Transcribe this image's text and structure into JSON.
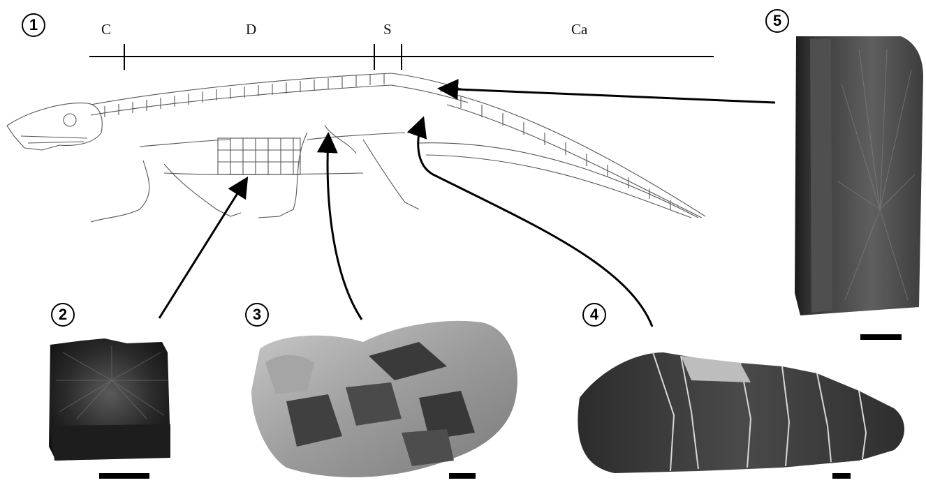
{
  "panels": {
    "p1": "1",
    "p2": "2",
    "p3": "3",
    "p4": "4",
    "p5": "5"
  },
  "body_regions": [
    {
      "label": "C"
    },
    {
      "label": "D"
    },
    {
      "label": "S"
    },
    {
      "label": "Ca"
    }
  ],
  "colors": {
    "ink": "#000000",
    "fossil_dark": "#2a2a2a",
    "fossil_mid": "#6b6b6b",
    "matrix_light": "#b9b9b9"
  }
}
